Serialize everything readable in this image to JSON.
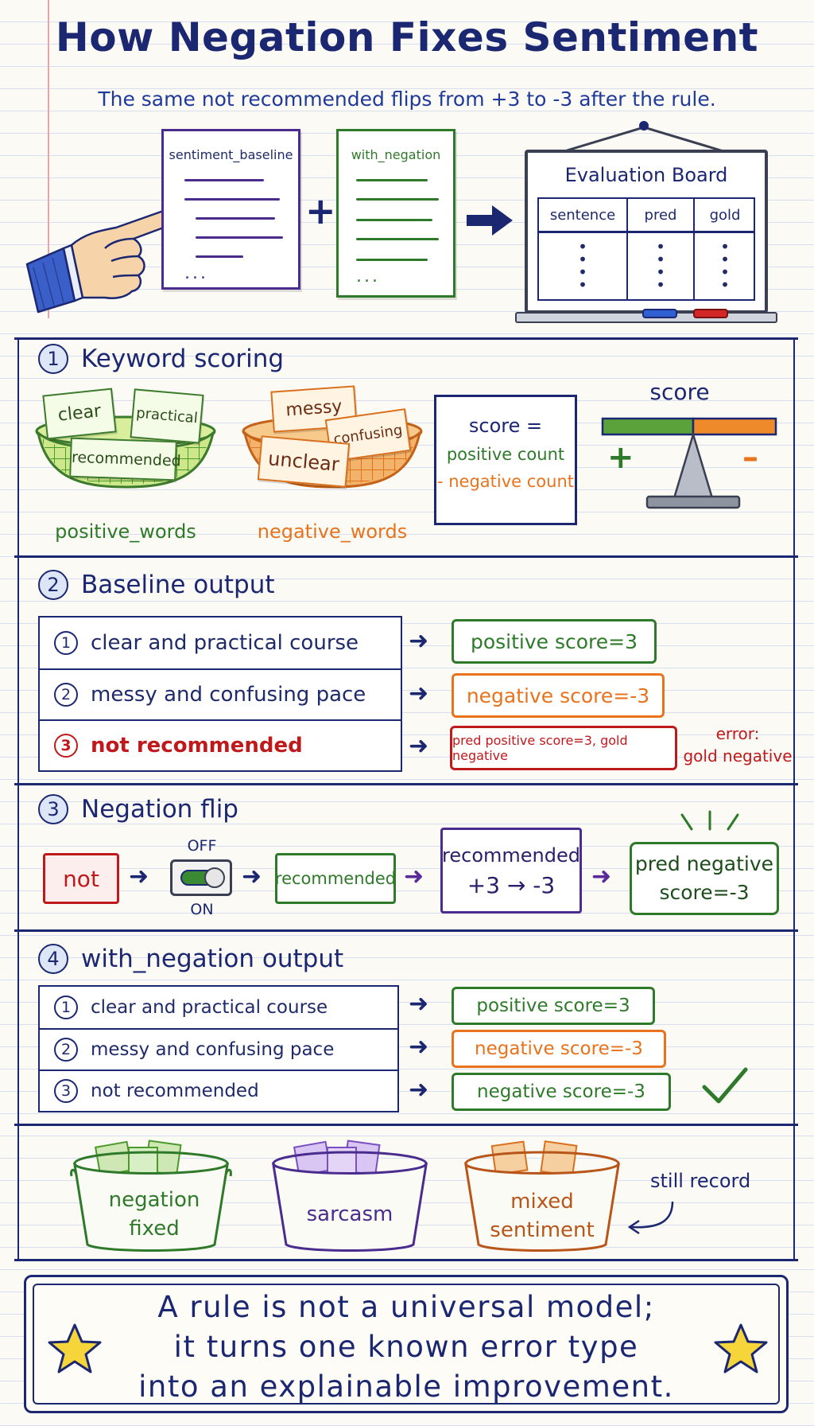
{
  "header": {
    "title": "How Negation Fixes Sentiment",
    "subtitle": "The same not recommended flips from +3 to -3 after the rule."
  },
  "top": {
    "doc_left": "sentiment_baseline",
    "doc_right": "with_negation",
    "plus": "+",
    "ellipsis": "...",
    "board": {
      "title": "Evaluation Board",
      "columns": [
        "sentence",
        "pred",
        "gold"
      ]
    }
  },
  "section1": {
    "number": "1",
    "title": "Keyword scoring",
    "positive_cards": [
      "clear",
      "practical",
      "recommended"
    ],
    "negative_cards": [
      "messy",
      "confusing",
      "unclear"
    ],
    "positive_label": "positive_words",
    "negative_label": "negative_words",
    "formula": [
      "score =",
      "positive count",
      "- negative count"
    ],
    "scale_label": "score",
    "plus_sign": "+",
    "minus_sign": "–",
    "colors": {
      "positive": "#2f7a2a",
      "negative": "#e8731c"
    }
  },
  "section2": {
    "number": "2",
    "title": "Baseline output",
    "rows": [
      {
        "num": "1",
        "text": "clear and practical course",
        "result": "positive score=3"
      },
      {
        "num": "2",
        "text": "messy and confusing pace",
        "result": "negative score=-3"
      },
      {
        "num": "3",
        "text": "not recommended",
        "result": "pred positive score=3, gold negative"
      }
    ],
    "error_label": [
      "error:",
      "gold negative"
    ]
  },
  "section3": {
    "number": "3",
    "title": "Negation flip",
    "token": "not",
    "switch_off": "OFF",
    "switch_on": "ON",
    "word": "recommended",
    "flip_word": "recommended",
    "flip_values": "+3 → -3",
    "pred": [
      "pred negative",
      "score=-3"
    ]
  },
  "section4": {
    "number": "4",
    "title": "with_negation output",
    "rows": [
      {
        "num": "1",
        "text": "clear and practical course",
        "result": "positive score=3"
      },
      {
        "num": "2",
        "text": "messy and confusing pace",
        "result": "negative score=-3"
      },
      {
        "num": "3",
        "text": "not recommended",
        "result": "negative score=-3"
      }
    ]
  },
  "section5": {
    "tubs": [
      {
        "lines": [
          "negation",
          "fixed"
        ],
        "color": "#2f7a2a"
      },
      {
        "lines": [
          "sarcasm"
        ],
        "color": "#4a2c8f"
      },
      {
        "lines": [
          "mixed",
          "sentiment"
        ],
        "color": "#b8561a"
      }
    ],
    "note": "still record"
  },
  "conclusion": {
    "lines": [
      "A rule is not a universal model;",
      "it turns one known error type",
      "into an explainable improvement."
    ]
  }
}
